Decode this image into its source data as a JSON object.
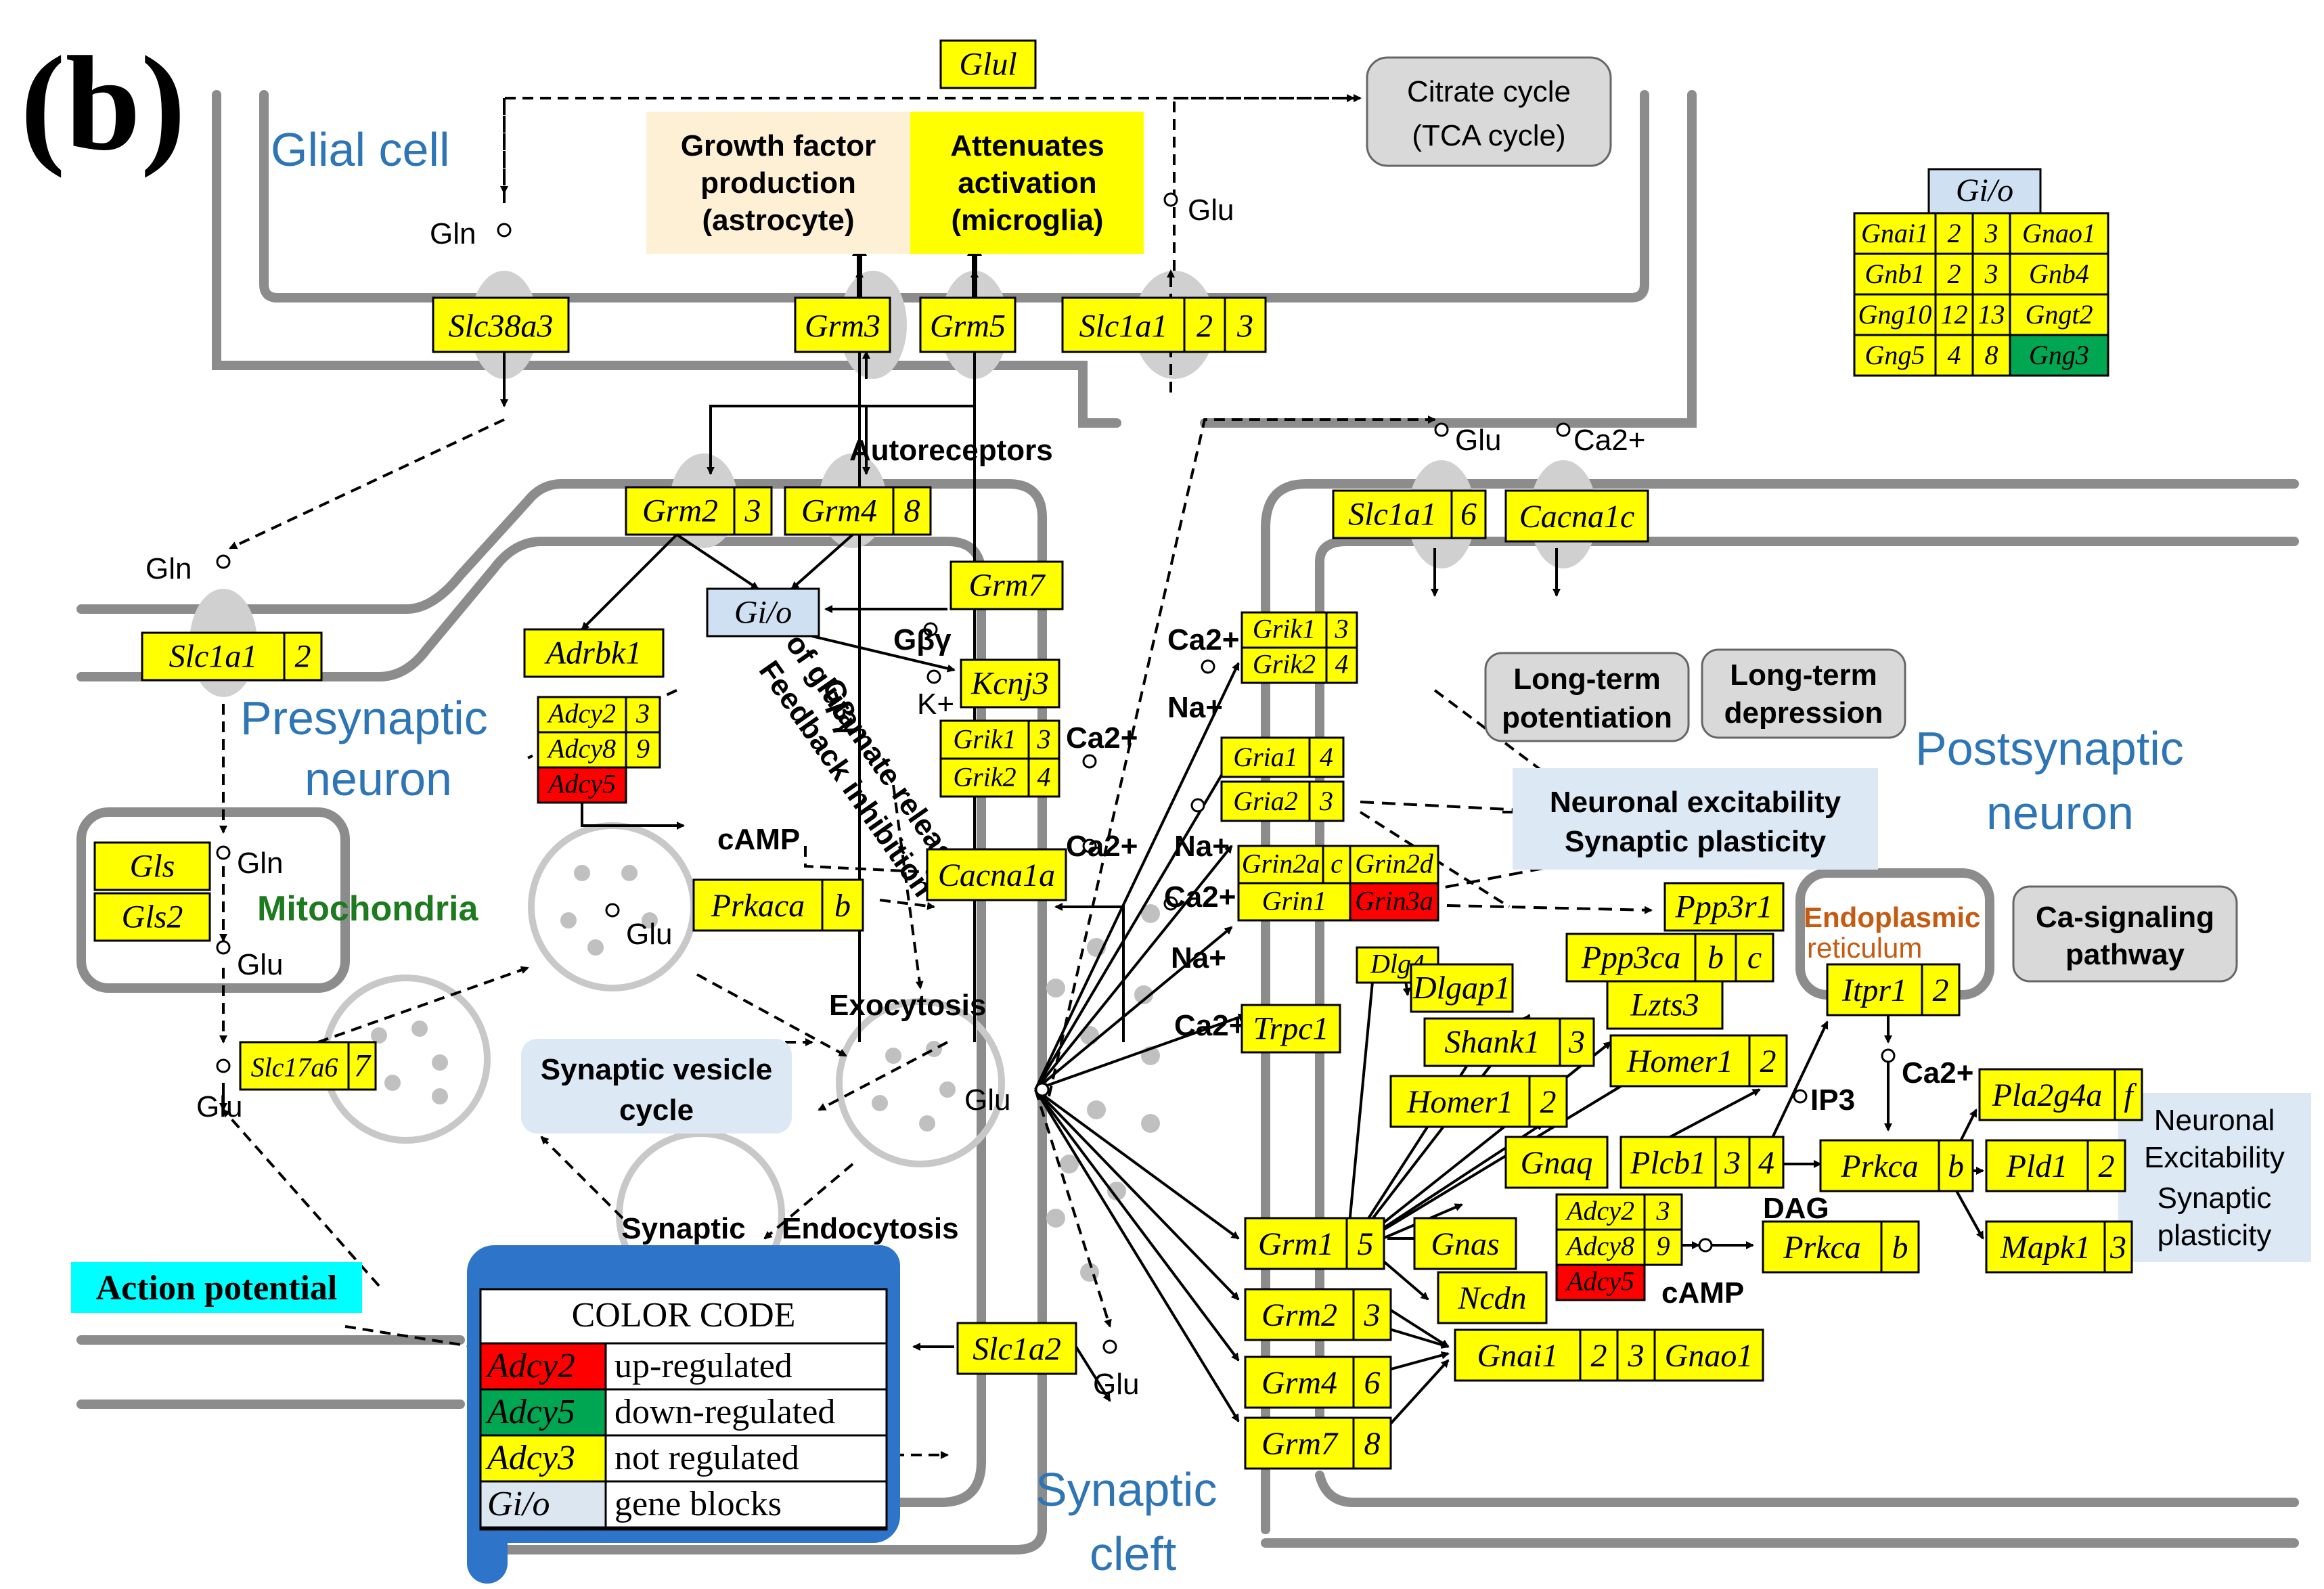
{
  "panel_label": "(b)",
  "regions": {
    "glial_cell": "Glial cell",
    "presynaptic": [
      "Presynaptic",
      "neuron"
    ],
    "postsynaptic": [
      "Postsynaptic",
      "neuron"
    ],
    "mitochondria": "Mitochondria",
    "synaptic_cleft": [
      "Synaptic",
      "cleft"
    ],
    "endoplasmic": [
      "Endoplasmic",
      "reticulum"
    ]
  },
  "colors": {
    "yellow": "#ffff00",
    "red": "#ff0000",
    "green": "#00a651",
    "blue_block": "#cfe0f3",
    "grey_box": "#d9d9d9",
    "orange_box": "#fdf0d5",
    "lightblue_box": "#dce9f5",
    "cyan": "#00ffff"
  },
  "boxes": {
    "growth": [
      "Growth factor",
      "production",
      "(astrocyte)"
    ],
    "attenuates": [
      "Attenuates",
      "activation",
      "(microglia)"
    ],
    "citrate": [
      "Citrate cycle",
      "(TCA cycle)"
    ],
    "ltp": [
      "Long-term",
      "potentiation"
    ],
    "ltd": [
      "Long-term",
      "depression"
    ],
    "neuronal_exc": [
      "Neuronal excitability",
      "Synaptic plasticity"
    ],
    "ca_signal": [
      "Ca-signaling",
      "pathway"
    ],
    "syn_vesicle_cycle": [
      "Synaptic vesicle",
      "cycle"
    ],
    "neuronal_exc2": [
      "Neuronal",
      "Excitability",
      "Synaptic",
      "plasticity"
    ],
    "action_potential": "Action potential"
  },
  "labels": {
    "gln1": "Gln",
    "gln2": "Gln",
    "gln3": "Gln",
    "glu_top": "Glu",
    "glu_post": "Glu",
    "ca_post": "Ca2+",
    "autoreceptors": "Autoreceptors",
    "gby1": "Gβγ",
    "gby2": "Gβγ",
    "kplus": "K+",
    "ca1": "Ca2+",
    "ca2": "Ca2+",
    "ca3": "Ca2+",
    "ca4": "Ca2+",
    "ca5": "Ca2+",
    "ca6": "Ca2+",
    "na1": "Na+",
    "na2": "Na+",
    "na3": "Na+",
    "camp1": "cAMP",
    "camp2": "cAMP",
    "feedback": [
      "Feedback inhibition",
      "of glutamate release"
    ],
    "exocytosis": "Exocytosis",
    "endocytosis": "Endocytosis",
    "glu_ves": "Glu",
    "glu_mito": "Glu",
    "glu_pre": "Glu",
    "glu_cleft": "Glu",
    "glu_slc1a2": "Glu",
    "synaptic_vesicle": [
      "Synaptic",
      "vesicle"
    ],
    "ip3": "IP3",
    "dag": "DAG"
  },
  "genes": {
    "glul": "Glul",
    "slc38a3": "Slc38a3",
    "grm3": "Grm3",
    "grm5": "Grm5",
    "slc1a1_top": [
      "Slc1a1",
      "2",
      "3"
    ],
    "gio_top": "Gi/o",
    "gio_table": [
      [
        "Gnai1",
        "2",
        "3",
        "Gnao1"
      ],
      [
        "Gnb1",
        "2",
        "3",
        "Gnb4"
      ],
      [
        "Gng10",
        "12",
        "13",
        "Gngt2"
      ],
      [
        "Gng5",
        "4",
        "8",
        "Gng3"
      ]
    ],
    "grm2": [
      "Grm2",
      "3"
    ],
    "grm4": [
      "Grm4",
      "8"
    ],
    "grm7_pre": "Grm7",
    "gio_pre": "Gi/o",
    "adrbk1": "Adrbk1",
    "kcnj3": "Kcnj3",
    "slc1a1_pre": [
      "Slc1a1",
      "2"
    ],
    "adcy_pre": [
      [
        "Adcy2",
        "3"
      ],
      [
        "Adcy8",
        "9"
      ],
      [
        "Adcy5"
      ]
    ],
    "grik_pre": [
      [
        "Grik1",
        "3"
      ],
      [
        "Grik2",
        "4"
      ]
    ],
    "cacna1a": "Cacna1a",
    "prkaca": [
      "Prkaca",
      "b"
    ],
    "gls": "Gls",
    "gls2": "Gls2",
    "slc17a6": [
      "Slc17a6",
      "7"
    ],
    "slc1a1_post": [
      "Slc1a1",
      "6"
    ],
    "cacna1c": "Cacna1c",
    "grik_post": [
      [
        "Grik1",
        "3"
      ],
      [
        "Grik2",
        "4"
      ]
    ],
    "gria": [
      [
        "Gria1",
        "4"
      ],
      [
        "Gria2",
        "3"
      ]
    ],
    "grin": [
      [
        "Grin2a",
        "c",
        "Grin2d"
      ],
      [
        "Grin1",
        "Grin3a"
      ]
    ],
    "ppp3r1": "Ppp3r1",
    "ppp3ca": [
      "Ppp3ca",
      "b",
      "c"
    ],
    "lzts3": "Lzts3",
    "dlg4": "Dlg4",
    "dlgap1": "Dlgap1",
    "itpr1": [
      "Itpr1",
      "2"
    ],
    "trpc1": "Trpc1",
    "shank1": [
      "Shank1",
      "3"
    ],
    "homer1a": [
      "Homer1",
      "2"
    ],
    "homer1b": [
      "Homer1",
      "2"
    ],
    "pla2g4a": [
      "Pla2g4a",
      "f"
    ],
    "pld1": [
      "Pld1",
      "2"
    ],
    "mapk1": [
      "Mapk1",
      "3"
    ],
    "gnaq": "Gnaq",
    "plcb1": [
      "Plcb1",
      "3",
      "4"
    ],
    "prkca1": [
      "Prkca",
      "b"
    ],
    "prkca2": [
      "Prkca",
      "b"
    ],
    "grm1": [
      "Grm1",
      "5"
    ],
    "gnas": "Gnas",
    "adcy_post": [
      [
        "Adcy2",
        "3"
      ],
      [
        "Adcy8",
        "9"
      ],
      [
        "Adcy5"
      ]
    ],
    "ncdn": "Ncdn",
    "grm2_post": [
      "Grm2",
      "3"
    ],
    "gnai1": [
      "Gnai1",
      "2",
      "3",
      "Gnao1"
    ],
    "grm4_post": [
      "Grm4",
      "6"
    ],
    "grm7_post": [
      "Grm7",
      "8"
    ],
    "slc1a2": "Slc1a2"
  },
  "legend": {
    "title": "COLOR CODE",
    "rows": [
      {
        "gene": "Adcy2",
        "meaning": "up-regulated",
        "color": "#ff0000"
      },
      {
        "gene": "Adcy5",
        "meaning": "down-regulated",
        "color": "#00a651"
      },
      {
        "gene": "Adcy3",
        "meaning": "not regulated",
        "color": "#ffff00"
      },
      {
        "gene": "Gi/o",
        "meaning": "gene blocks",
        "color": "#dce6f1"
      }
    ]
  }
}
